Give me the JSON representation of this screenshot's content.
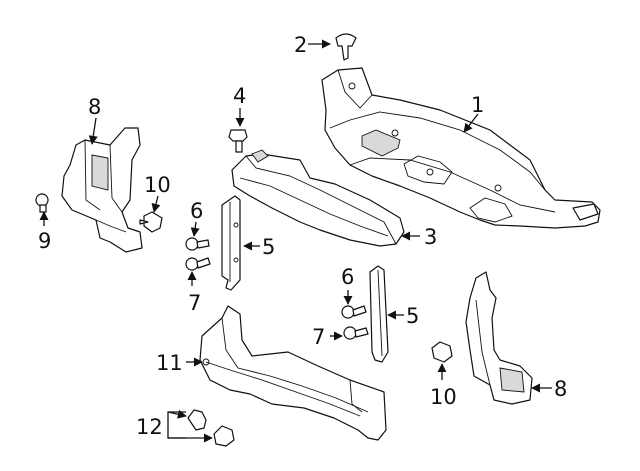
{
  "callouts": {
    "c1": "1",
    "c2": "2",
    "c3": "3",
    "c4": "4",
    "c5a": "5",
    "c5b": "5",
    "c6a": "6",
    "c6b": "6",
    "c7a": "7",
    "c7b": "7",
    "c8a": "8",
    "c8b": "8",
    "c9": "9",
    "c10a": "10",
    "c10b": "10",
    "c11": "11",
    "c12": "12"
  }
}
